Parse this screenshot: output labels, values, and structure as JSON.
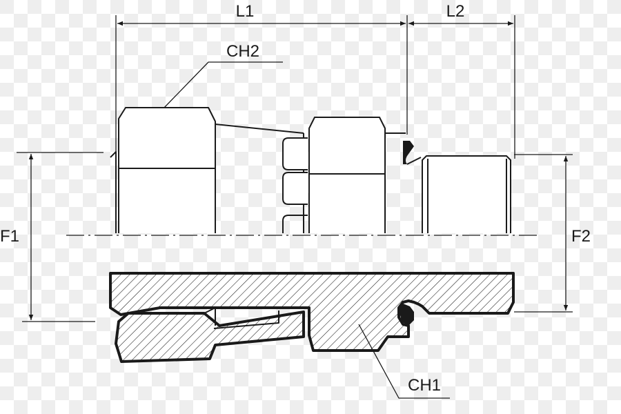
{
  "diagram": {
    "background_pattern": "checkerboard",
    "colors": {
      "line": "#1a1a1a",
      "checker_light": "#ffffff",
      "checker_dark": "#eeeeee",
      "fill_white": "#ffffff"
    },
    "labels": {
      "l1": "L1",
      "l2": "L2",
      "ch2": "CH2",
      "ch1": "CH1",
      "f1": "F1",
      "f2": "F2"
    }
  }
}
